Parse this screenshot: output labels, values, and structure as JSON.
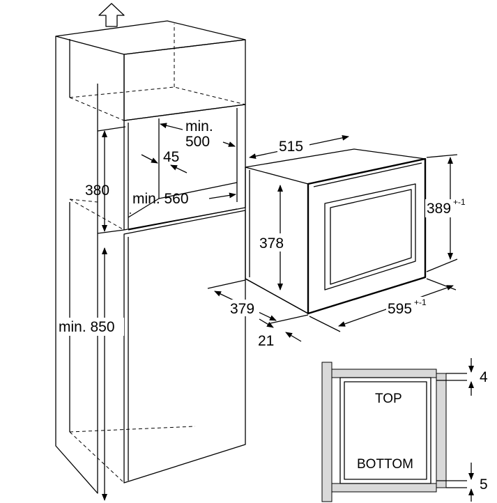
{
  "dimensions": {
    "niche_width_min": "min. 500",
    "niche_offset": "45",
    "niche_height": "380",
    "niche_depth_min": "min. 560",
    "cabinet_height_min": "min. 850",
    "oven_depth": "515",
    "oven_height": "378",
    "oven_front_height": "389",
    "oven_front_height_tol": "+-1",
    "oven_width": "379",
    "oven_front_width": "595",
    "oven_front_width_tol": "+-1",
    "front_thickness": "21"
  },
  "detail": {
    "top_label": "TOP",
    "bottom_label": "BOTTOM",
    "top_gap": "4",
    "bottom_gap": "5"
  },
  "icons": {
    "ventilation": "arrow-up-icon"
  }
}
